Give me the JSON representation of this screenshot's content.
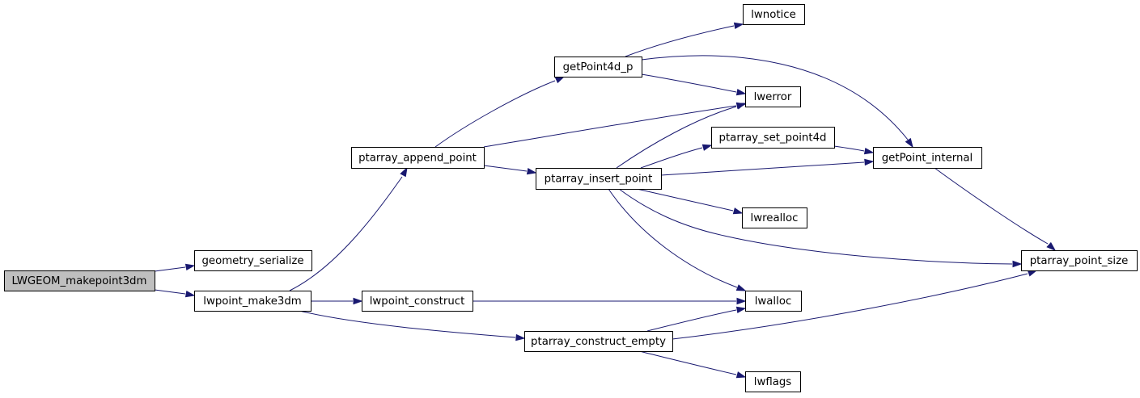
{
  "nodes": [
    {
      "id": "root",
      "label": "LWGEOM_makepoint3dm",
      "root": true
    },
    {
      "id": "geometry_serialize",
      "label": "geometry_serialize"
    },
    {
      "id": "lwpoint_make3dm",
      "label": "lwpoint_make3dm"
    },
    {
      "id": "ptarray_append_point",
      "label": "ptarray_append_point"
    },
    {
      "id": "lwpoint_construct",
      "label": "lwpoint_construct"
    },
    {
      "id": "ptarray_construct_empty",
      "label": "ptarray_construct_empty"
    },
    {
      "id": "getPoint4d_p",
      "label": "getPoint4d_p"
    },
    {
      "id": "lwerror",
      "label": "lwerror"
    },
    {
      "id": "ptarray_insert_point",
      "label": "ptarray_insert_point"
    },
    {
      "id": "lwnotice",
      "label": "lwnotice"
    },
    {
      "id": "getPoint_internal",
      "label": "getPoint_internal"
    },
    {
      "id": "ptarray_set_point4d",
      "label": "ptarray_set_point4d"
    },
    {
      "id": "lwrealloc",
      "label": "lwrealloc"
    },
    {
      "id": "ptarray_point_size",
      "label": "ptarray_point_size"
    },
    {
      "id": "lwalloc",
      "label": "lwalloc"
    },
    {
      "id": "lwflags",
      "label": "lwflags"
    }
  ],
  "edges": [
    {
      "from": "root",
      "to": "geometry_serialize"
    },
    {
      "from": "root",
      "to": "lwpoint_make3dm"
    },
    {
      "from": "lwpoint_make3dm",
      "to": "ptarray_append_point"
    },
    {
      "from": "lwpoint_make3dm",
      "to": "lwpoint_construct"
    },
    {
      "from": "lwpoint_make3dm",
      "to": "ptarray_construct_empty"
    },
    {
      "from": "ptarray_append_point",
      "to": "getPoint4d_p"
    },
    {
      "from": "ptarray_append_point",
      "to": "lwerror"
    },
    {
      "from": "ptarray_append_point",
      "to": "ptarray_insert_point"
    },
    {
      "from": "getPoint4d_p",
      "to": "lwnotice"
    },
    {
      "from": "getPoint4d_p",
      "to": "lwerror"
    },
    {
      "from": "getPoint4d_p",
      "to": "getPoint_internal"
    },
    {
      "from": "ptarray_insert_point",
      "to": "lwerror"
    },
    {
      "from": "ptarray_insert_point",
      "to": "ptarray_set_point4d"
    },
    {
      "from": "ptarray_insert_point",
      "to": "getPoint_internal"
    },
    {
      "from": "ptarray_insert_point",
      "to": "lwrealloc"
    },
    {
      "from": "ptarray_insert_point",
      "to": "ptarray_point_size"
    },
    {
      "from": "ptarray_insert_point",
      "to": "lwalloc"
    },
    {
      "from": "ptarray_set_point4d",
      "to": "getPoint_internal"
    },
    {
      "from": "getPoint_internal",
      "to": "ptarray_point_size"
    },
    {
      "from": "lwpoint_construct",
      "to": "lwalloc"
    },
    {
      "from": "ptarray_construct_empty",
      "to": "lwalloc"
    },
    {
      "from": "ptarray_construct_empty",
      "to": "ptarray_point_size"
    },
    {
      "from": "ptarray_construct_empty",
      "to": "lwflags"
    }
  ]
}
